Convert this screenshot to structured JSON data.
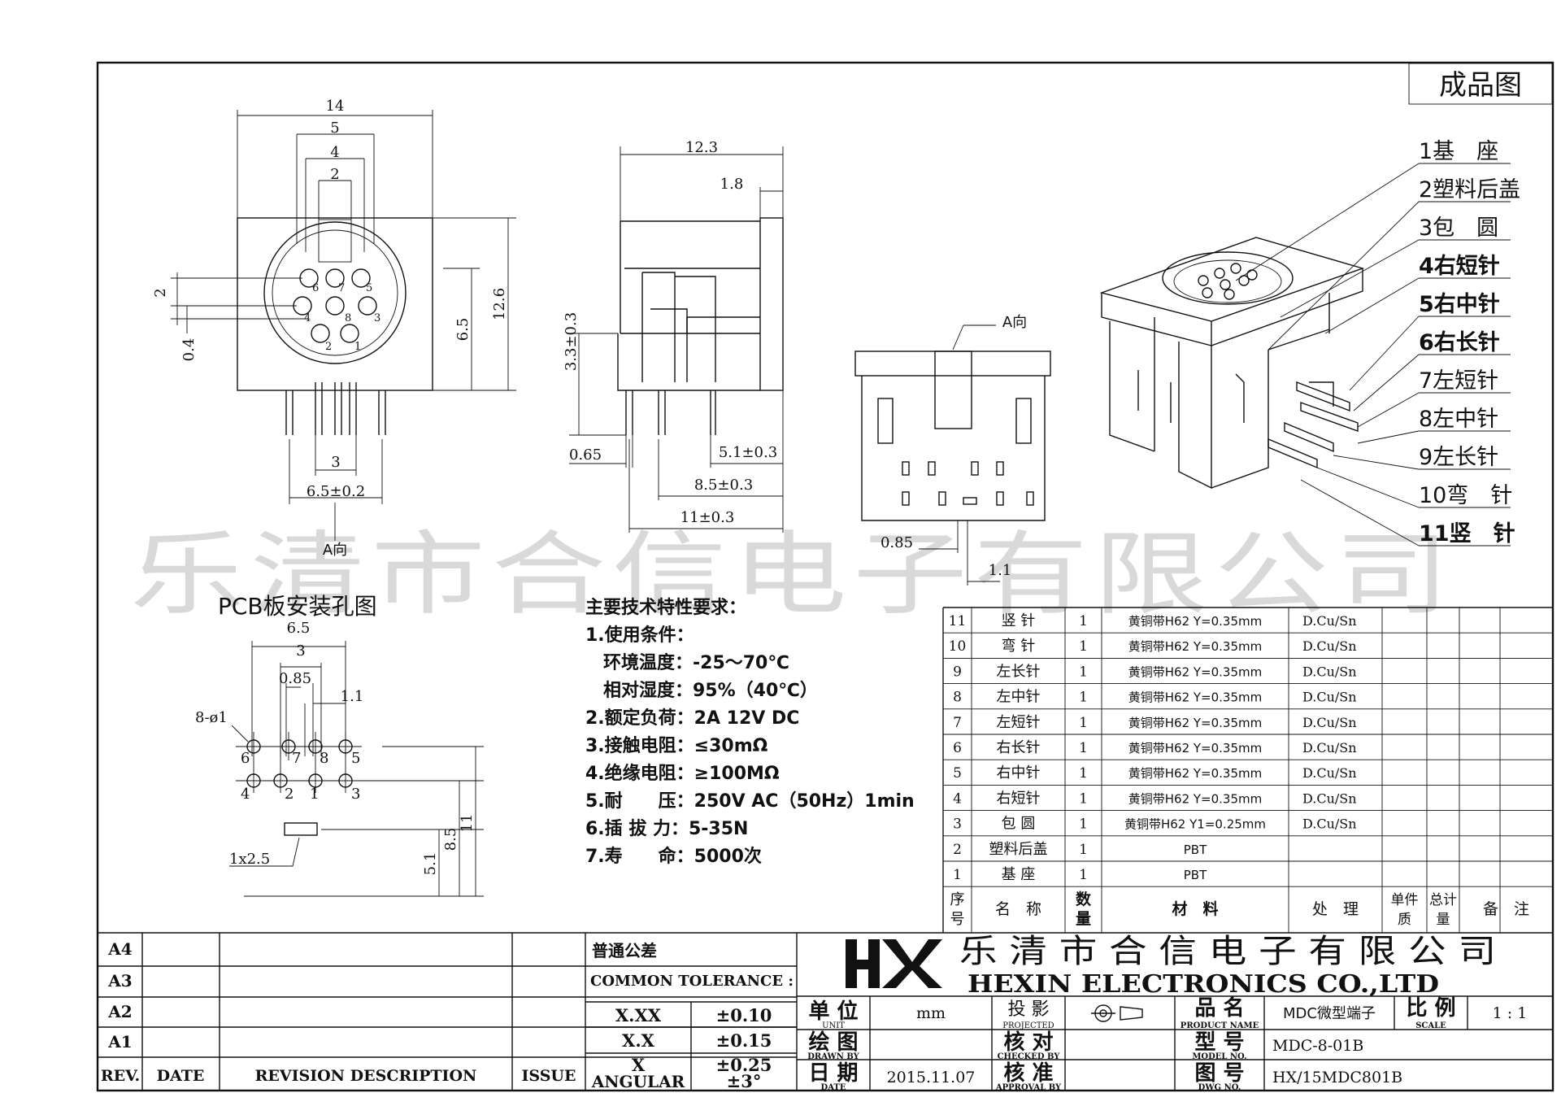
{
  "title_box": "成品图",
  "watermark": "乐清市合信电子有限公司",
  "front_view": {
    "dims": {
      "width": "14",
      "w5": "5",
      "w4": "4",
      "w2": "2",
      "height": "12.6",
      "h65": "6.5",
      "v2": "2",
      "v04": "0.4",
      "b3": "3",
      "b65": "6.5±0.2"
    },
    "pins": [
      "6",
      "7",
      "5",
      "4",
      "8",
      "3",
      "2",
      "1"
    ],
    "view_label": "A向"
  },
  "side_view": {
    "dims": {
      "d123": "12.3",
      "d18": "1.8",
      "d33": "3.3±0.3",
      "d065": "0.65",
      "d51": "5.1±0.3",
      "d85": "8.5±0.3",
      "d11": "11±0.3"
    }
  },
  "rear_view": {
    "dims": {
      "d085": "0.85",
      "d11": "1.1"
    },
    "view_label": "A向"
  },
  "parts_callouts": [
    {
      "text": "1基　座",
      "bold": false
    },
    {
      "text": "2塑料后盖",
      "bold": false
    },
    {
      "text": "3包　圆",
      "bold": false
    },
    {
      "text": "4右短针",
      "bold": true
    },
    {
      "text": "5右中针",
      "bold": true
    },
    {
      "text": "6右长针",
      "bold": true
    },
    {
      "text": "7左短针",
      "bold": false
    },
    {
      "text": "8左中针",
      "bold": false
    },
    {
      "text": "9左长针",
      "bold": false
    },
    {
      "text": "10弯　针",
      "bold": false
    },
    {
      "text": "11竖　针",
      "bold": true
    }
  ],
  "pcb": {
    "title": "PCB板安装孔图",
    "dims": {
      "d65": "6.5",
      "d3": "3",
      "d085": "0.85",
      "d11": "1.1",
      "holes": "8-ø1",
      "slot": "1x2.5",
      "v51": "5.1",
      "v85": "8.5",
      "v11": "11"
    },
    "top_row": [
      "6",
      "7",
      "8",
      "5"
    ],
    "bottom_row": [
      "4",
      "2",
      "1",
      "3"
    ]
  },
  "requirements": [
    "主要技术特性要求：",
    "1.使用条件：",
    "　环境温度：-25～70℃",
    "　相对湿度：95%（40℃）",
    "2.额定负荷：2A 12V DC",
    "3.接触电阻：≤30mΩ",
    "4.绝缘电阻：≥100MΩ",
    "5.耐　　压：250V AC（50Hz）1min",
    "6.插 拔 力：5-35N",
    "7.寿　　命：5000次"
  ],
  "bom": {
    "rows": [
      {
        "no": "11",
        "name": "竖 针",
        "qty": "1",
        "material": "黄铜带H62 Y=0.35mm",
        "finish": "D.Cu/Sn"
      },
      {
        "no": "10",
        "name": "弯 针",
        "qty": "1",
        "material": "黄铜带H62 Y=0.35mm",
        "finish": "D.Cu/Sn"
      },
      {
        "no": "9",
        "name": "左长针",
        "qty": "1",
        "material": "黄铜带H62 Y=0.35mm",
        "finish": "D.Cu/Sn"
      },
      {
        "no": "8",
        "name": "左中针",
        "qty": "1",
        "material": "黄铜带H62 Y=0.35mm",
        "finish": "D.Cu/Sn"
      },
      {
        "no": "7",
        "name": "左短针",
        "qty": "1",
        "material": "黄铜带H62 Y=0.35mm",
        "finish": "D.Cu/Sn"
      },
      {
        "no": "6",
        "name": "右长针",
        "qty": "1",
        "material": "黄铜带H62 Y=0.35mm",
        "finish": "D.Cu/Sn"
      },
      {
        "no": "5",
        "name": "右中针",
        "qty": "1",
        "material": "黄铜带H62 Y=0.35mm",
        "finish": "D.Cu/Sn"
      },
      {
        "no": "4",
        "name": "右短针",
        "qty": "1",
        "material": "黄铜带H62 Y=0.35mm",
        "finish": "D.Cu/Sn"
      },
      {
        "no": "3",
        "name": "包 圆",
        "qty": "1",
        "material": "黄铜带H62 Y1=0.25mm",
        "finish": "D.Cu/Sn"
      },
      {
        "no": "2",
        "name": "塑料后盖",
        "qty": "1",
        "material": "PBT",
        "finish": ""
      },
      {
        "no": "1",
        "name": "基 座",
        "qty": "1",
        "material": "PBT",
        "finish": ""
      }
    ],
    "header": {
      "no1": "序",
      "no2": "号",
      "name": "名　称",
      "qty1": "数",
      "qty2": "量",
      "material": "材　料",
      "finish": "处　理",
      "unit1": "单件",
      "unit2": "质",
      "total1": "总计",
      "total2": "量",
      "remark": "备　注"
    }
  },
  "title_block": {
    "revisions": [
      "A4",
      "A3",
      "A2",
      "A1"
    ],
    "rev_header": {
      "rev": "REV.",
      "date": "DATE",
      "desc": "REVISION DESCRIPTION",
      "issue": "ISSUE"
    },
    "tolerance_cn": "普通公差",
    "tolerance_en": "COMMON TOLERANCE :",
    "tolerances": [
      {
        "k": "X.XX",
        "v": "±0.10"
      },
      {
        "k": "X.X",
        "v": "±0.15"
      },
      {
        "k": "X",
        "v": "±0.25"
      },
      {
        "k": "ANGULAR",
        "v": "±3°"
      }
    ],
    "logo": "HX",
    "company_cn": "乐 清 市 合 信 电 子 有 限 公 司",
    "company_en": "HEXIN ELECTRONICS CO.,LTD",
    "unit_cn": "单 位",
    "unit_en": "UNIT",
    "unit_val": "mm",
    "proj_cn": "投 影",
    "proj_en": "PROJECTED",
    "drawn_cn": "绘 图",
    "drawn_en": "DRAWN BY",
    "checked_cn": "核 对",
    "checked_en": "CHECKED BY",
    "date_cn": "日 期",
    "date_en": "DATE",
    "date_val": "2015.11.07",
    "approval_cn": "核 准",
    "approval_en": "APPROVAL BY",
    "product_cn": "品 名",
    "product_en": "PRODUCT NAME",
    "product_val": "MDC微型端子",
    "scale_cn": "比 例",
    "scale_en": "SCALE",
    "scale_val": "1 : 1",
    "model_cn": "型 号",
    "model_en": "MODEL NO.",
    "model_val": "MDC-8-01B",
    "dwg_cn": "图 号",
    "dwg_en": "DWG NO.",
    "dwg_val": "HX/15MDC801B"
  }
}
